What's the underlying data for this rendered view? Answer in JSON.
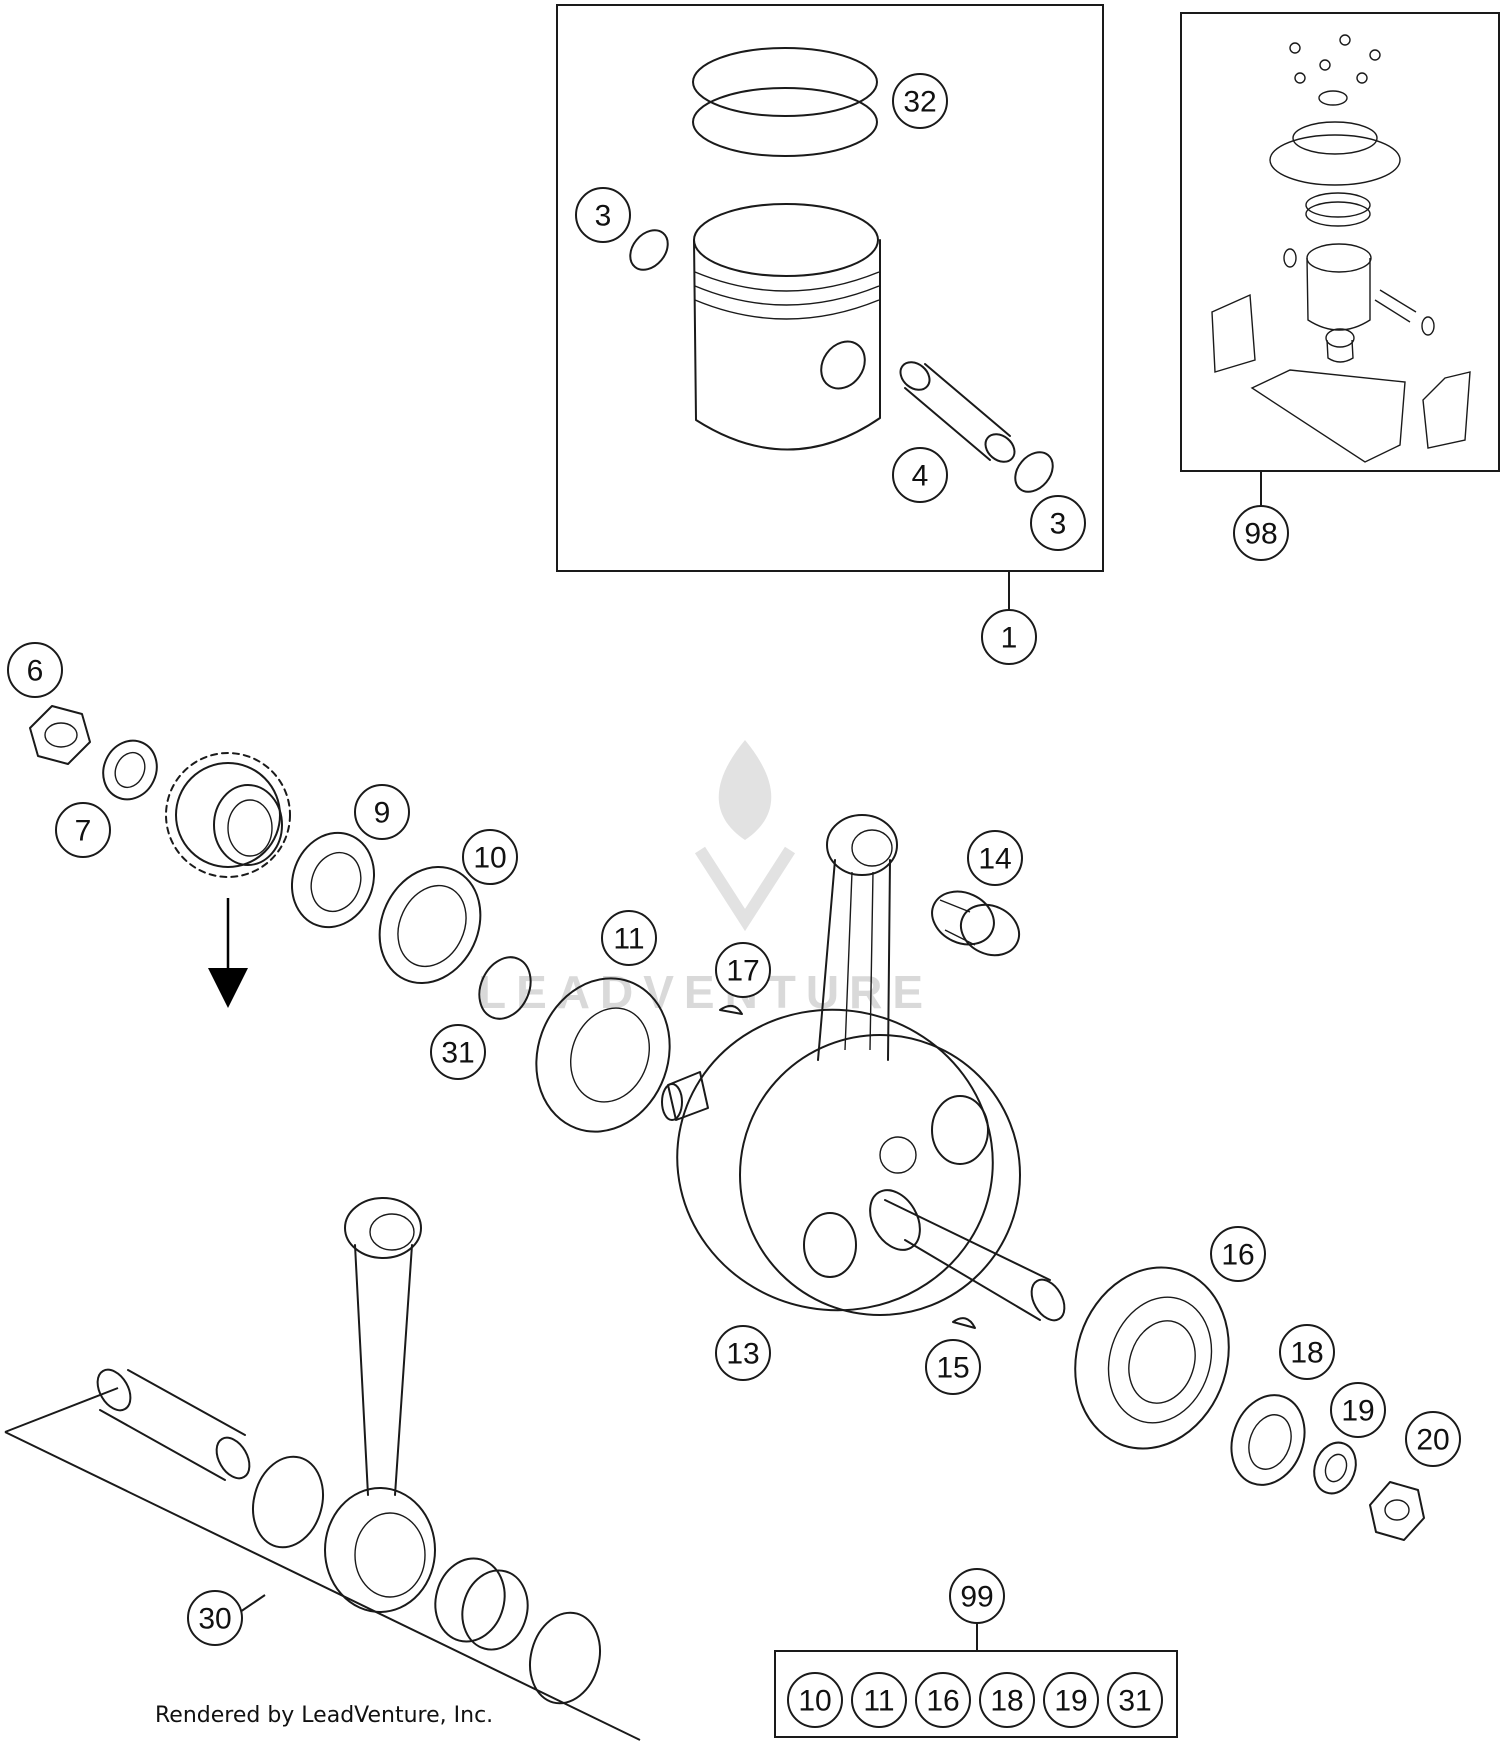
{
  "callouts": [
    {
      "id": "c32",
      "label": "32"
    },
    {
      "id": "c3a",
      "label": "3"
    },
    {
      "id": "c4",
      "label": "4"
    },
    {
      "id": "c3b",
      "label": "3"
    },
    {
      "id": "c1",
      "label": "1"
    },
    {
      "id": "c98",
      "label": "98"
    },
    {
      "id": "c6",
      "label": "6"
    },
    {
      "id": "c7",
      "label": "7"
    },
    {
      "id": "c9",
      "label": "9"
    },
    {
      "id": "c10",
      "label": "10"
    },
    {
      "id": "c14",
      "label": "14"
    },
    {
      "id": "c11",
      "label": "11"
    },
    {
      "id": "c17",
      "label": "17"
    },
    {
      "id": "c31",
      "label": "31"
    },
    {
      "id": "c13",
      "label": "13"
    },
    {
      "id": "c15",
      "label": "15"
    },
    {
      "id": "c16",
      "label": "16"
    },
    {
      "id": "c18",
      "label": "18"
    },
    {
      "id": "c19",
      "label": "19"
    },
    {
      "id": "c20",
      "label": "20"
    },
    {
      "id": "c30",
      "label": "30"
    },
    {
      "id": "c99",
      "label": "99"
    }
  ],
  "kit_99_items": [
    "10",
    "11",
    "16",
    "18",
    "19",
    "31"
  ],
  "watermark": {
    "brand": "LEADVENTURE"
  },
  "credit": "Rendered by LeadVenture, Inc.",
  "colors": {
    "line": "#1a1a1a",
    "background": "#ffffff",
    "watermark": "#d9d9d9"
  }
}
